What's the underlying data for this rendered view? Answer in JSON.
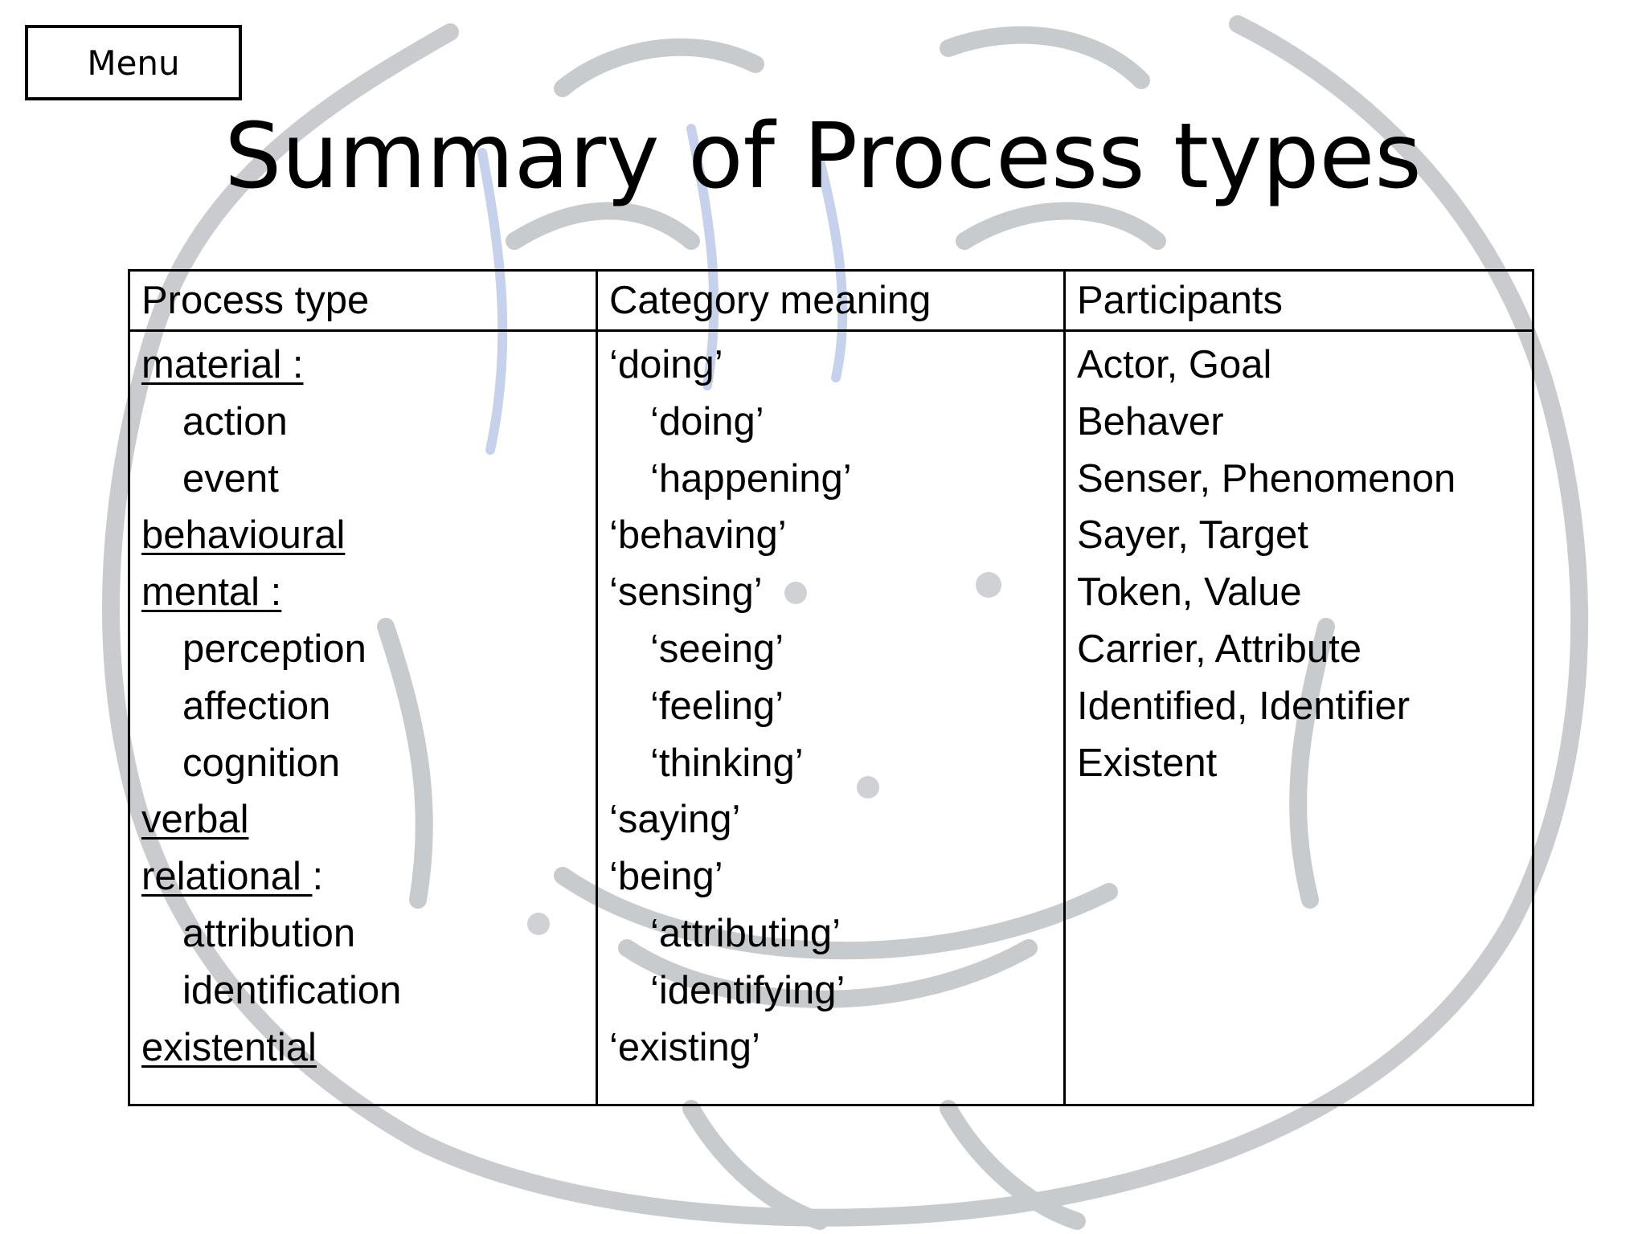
{
  "menu": {
    "label": "Menu"
  },
  "title": "Summary of Process types",
  "table": {
    "headers": [
      "Process type",
      "Category meaning",
      "Participants"
    ],
    "process_types": [
      {
        "text": "material :",
        "level": 0,
        "underline": "material :",
        "suffix": ""
      },
      {
        "text": "action",
        "level": 1,
        "underline": "",
        "suffix": ""
      },
      {
        "text": "event",
        "level": 1,
        "underline": "",
        "suffix": ""
      },
      {
        "text": "behavioural",
        "level": 0,
        "underline": "behavioural",
        "suffix": ""
      },
      {
        "text": "mental :",
        "level": 0,
        "underline": "mental :",
        "suffix": ""
      },
      {
        "text": "perception",
        "level": 1,
        "underline": "",
        "suffix": ""
      },
      {
        "text": "affection",
        "level": 1,
        "underline": "",
        "suffix": ""
      },
      {
        "text": "cognition",
        "level": 1,
        "underline": "",
        "suffix": ""
      },
      {
        "text": "verbal",
        "level": 0,
        "underline": "verbal",
        "suffix": ""
      },
      {
        "text": "relational :",
        "level": 0,
        "underline": "relational ",
        "suffix": ":"
      },
      {
        "text": "attribution",
        "level": 1,
        "underline": "",
        "suffix": ""
      },
      {
        "text": "identification",
        "level": 1,
        "underline": "",
        "suffix": ""
      },
      {
        "text": "existential",
        "level": 0,
        "underline": "existential",
        "suffix": ""
      }
    ],
    "category_meanings": [
      {
        "text": "‘doing’",
        "level": 0
      },
      {
        "text": "‘doing’",
        "level": 1
      },
      {
        "text": "‘happening’",
        "level": 1
      },
      {
        "text": "‘behaving’",
        "level": 0
      },
      {
        "text": "‘sensing’",
        "level": 0
      },
      {
        "text": "‘seeing’",
        "level": 1
      },
      {
        "text": "‘feeling’",
        "level": 1
      },
      {
        "text": "‘thinking’",
        "level": 1
      },
      {
        "text": "‘saying’",
        "level": 0
      },
      {
        "text": "‘being’",
        "level": 0
      },
      {
        "text": "‘attributing’",
        "level": 1
      },
      {
        "text": "‘identifying’",
        "level": 1
      },
      {
        "text": "‘existing’",
        "level": 0
      }
    ],
    "participants": [
      "Actor, Goal",
      "Behaver",
      "Senser, Phenomenon",
      "Sayer, Target",
      "Token, Value",
      "Carrier, Attribute",
      "Identified, Identifier",
      "Existent"
    ]
  }
}
